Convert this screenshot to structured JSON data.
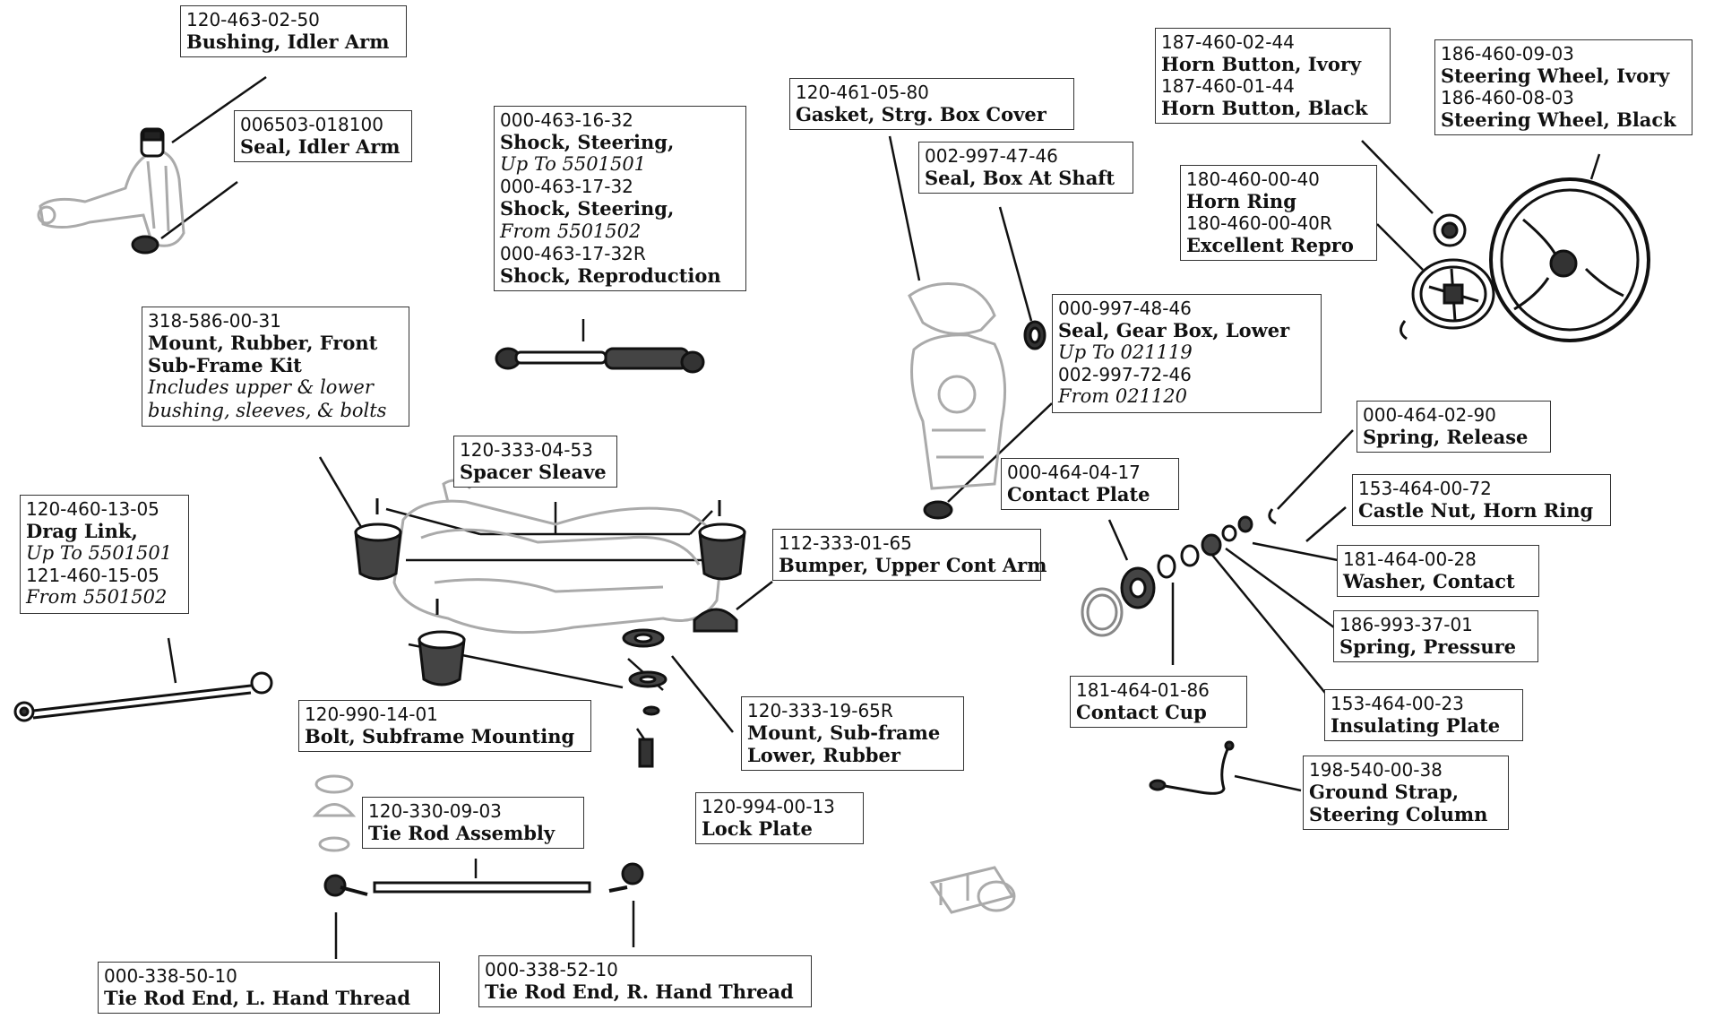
{
  "diagram": {
    "callouts": [
      {
        "id": "bushing-idler-arm",
        "lines": [
          {
            "t": "120-463-02-50",
            "k": "pn"
          },
          {
            "t": "Bushing, Idler Arm",
            "k": "nm"
          }
        ]
      },
      {
        "id": "seal-idler-arm",
        "lines": [
          {
            "t": "006503-018100",
            "k": "pn"
          },
          {
            "t": "Seal, Idler Arm",
            "k": "nm"
          }
        ]
      },
      {
        "id": "shock-steering",
        "lines": [
          {
            "t": "000-463-16-32",
            "k": "pn"
          },
          {
            "t": "Shock, Steering,",
            "k": "nm"
          },
          {
            "t": "Up To 5501501",
            "k": "nt"
          },
          {
            "t": "000-463-17-32",
            "k": "pn"
          },
          {
            "t": "Shock, Steering,",
            "k": "nm"
          },
          {
            "t": "From 5501502",
            "k": "nt"
          },
          {
            "t": "000-463-17-32R",
            "k": "pn"
          },
          {
            "t": "Shock, Reproduction",
            "k": "nm"
          }
        ]
      },
      {
        "id": "gasket-box-cover",
        "lines": [
          {
            "t": "120-461-05-80",
            "k": "pn"
          },
          {
            "t": "Gasket, Strg. Box Cover",
            "k": "nm"
          }
        ]
      },
      {
        "id": "seal-box-shaft",
        "lines": [
          {
            "t": "002-997-47-46",
            "k": "pn"
          },
          {
            "t": "Seal, Box At Shaft",
            "k": "nm"
          }
        ]
      },
      {
        "id": "horn-button",
        "lines": [
          {
            "t": "187-460-02-44",
            "k": "pn"
          },
          {
            "t": "Horn Button, Ivory",
            "k": "nm"
          },
          {
            "t": "187-460-01-44",
            "k": "pn"
          },
          {
            "t": "Horn Button, Black",
            "k": "nm"
          }
        ]
      },
      {
        "id": "steering-wheel",
        "lines": [
          {
            "t": "186-460-09-03",
            "k": "pn"
          },
          {
            "t": "Steering Wheel, Ivory",
            "k": "nm"
          },
          {
            "t": "186-460-08-03",
            "k": "pn"
          },
          {
            "t": "Steering Wheel, Black",
            "k": "nm"
          }
        ]
      },
      {
        "id": "horn-ring",
        "lines": [
          {
            "t": "180-460-00-40",
            "k": "pn"
          },
          {
            "t": "Horn Ring",
            "k": "nm"
          },
          {
            "t": "180-460-00-40R",
            "k": "pn"
          },
          {
            "t": "Excellent Repro",
            "k": "nm"
          }
        ]
      },
      {
        "id": "mount-rubber-front",
        "lines": [
          {
            "t": "318-586-00-31",
            "k": "pn"
          },
          {
            "t": "Mount, Rubber, Front",
            "k": "nm"
          },
          {
            "t": "Sub-Frame Kit",
            "k": "nm"
          },
          {
            "t": "Includes upper & lower",
            "k": "nt"
          },
          {
            "t": "bushing, sleeves, & bolts",
            "k": "nt"
          }
        ]
      },
      {
        "id": "seal-gear-box-lower",
        "lines": [
          {
            "t": "000-997-48-46",
            "k": "pn"
          },
          {
            "t": "Seal, Gear Box, Lower",
            "k": "nm"
          },
          {
            "t": "Up To 021119",
            "k": "nt"
          },
          {
            "t": "002-997-72-46",
            "k": "pn"
          },
          {
            "t": "From 021120",
            "k": "nt"
          }
        ]
      },
      {
        "id": "spring-release",
        "lines": [
          {
            "t": "000-464-02-90",
            "k": "pn"
          },
          {
            "t": "Spring, Release",
            "k": "nm"
          }
        ]
      },
      {
        "id": "spacer-sleave",
        "lines": [
          {
            "t": "120-333-04-53",
            "k": "pn"
          },
          {
            "t": "Spacer Sleave",
            "k": "nm"
          }
        ]
      },
      {
        "id": "contact-plate",
        "lines": [
          {
            "t": "000-464-04-17",
            "k": "pn"
          },
          {
            "t": "Contact Plate",
            "k": "nm"
          }
        ]
      },
      {
        "id": "castle-nut",
        "lines": [
          {
            "t": "153-464-00-72",
            "k": "pn"
          },
          {
            "t": "Castle Nut, Horn Ring",
            "k": "nm"
          }
        ]
      },
      {
        "id": "drag-link",
        "lines": [
          {
            "t": "120-460-13-05",
            "k": "pn"
          },
          {
            "t": "Drag Link,",
            "k": "nm"
          },
          {
            "t": "Up To 5501501",
            "k": "nt"
          },
          {
            "t": "121-460-15-05",
            "k": "pn"
          },
          {
            "t": "From 5501502",
            "k": "nt"
          }
        ]
      },
      {
        "id": "bumper-upper-cont-arm",
        "lines": [
          {
            "t": "112-333-01-65",
            "k": "pn"
          },
          {
            "t": "Bumper, Upper Cont Arm",
            "k": "nm"
          }
        ]
      },
      {
        "id": "washer-contact",
        "lines": [
          {
            "t": "181-464-00-28",
            "k": "pn"
          },
          {
            "t": "Washer, Contact",
            "k": "nm"
          }
        ]
      },
      {
        "id": "spring-pressure",
        "lines": [
          {
            "t": "186-993-37-01",
            "k": "pn"
          },
          {
            "t": "Spring, Pressure",
            "k": "nm"
          }
        ]
      },
      {
        "id": "contact-cup",
        "lines": [
          {
            "t": "181-464-01-86",
            "k": "pn"
          },
          {
            "t": "Contact Cup",
            "k": "nm"
          }
        ]
      },
      {
        "id": "mount-subframe-lower",
        "lines": [
          {
            "t": "120-333-19-65R",
            "k": "pn"
          },
          {
            "t": "Mount, Sub-frame",
            "k": "nm"
          },
          {
            "t": "Lower, Rubber",
            "k": "nm"
          }
        ]
      },
      {
        "id": "insulating-plate",
        "lines": [
          {
            "t": "153-464-00-23",
            "k": "pn"
          },
          {
            "t": "Insulating Plate",
            "k": "nm"
          }
        ]
      },
      {
        "id": "bolt-subframe",
        "lines": [
          {
            "t": "120-990-14-01",
            "k": "pn"
          },
          {
            "t": "Bolt, Subframe Mounting",
            "k": "nm"
          }
        ]
      },
      {
        "id": "ground-strap",
        "lines": [
          {
            "t": "198-540-00-38",
            "k": "pn"
          },
          {
            "t": "Ground Strap,",
            "k": "nm"
          },
          {
            "t": "Steering Column",
            "k": "nm"
          }
        ]
      },
      {
        "id": "lock-plate",
        "lines": [
          {
            "t": "120-994-00-13",
            "k": "pn"
          },
          {
            "t": "Lock Plate",
            "k": "nm"
          }
        ]
      },
      {
        "id": "tie-rod-assembly",
        "lines": [
          {
            "t": "120-330-09-03",
            "k": "pn"
          },
          {
            "t": "Tie Rod Assembly",
            "k": "nm"
          }
        ]
      },
      {
        "id": "tie-rod-end-left",
        "lines": [
          {
            "t": "000-338-50-10",
            "k": "pn"
          },
          {
            "t": "Tie Rod End, L. Hand Thread",
            "k": "nm"
          }
        ]
      },
      {
        "id": "tie-rod-end-right",
        "lines": [
          {
            "t": "000-338-52-10",
            "k": "pn"
          },
          {
            "t": "Tie Rod End, R. Hand Thread",
            "k": "nm"
          }
        ]
      }
    ]
  }
}
